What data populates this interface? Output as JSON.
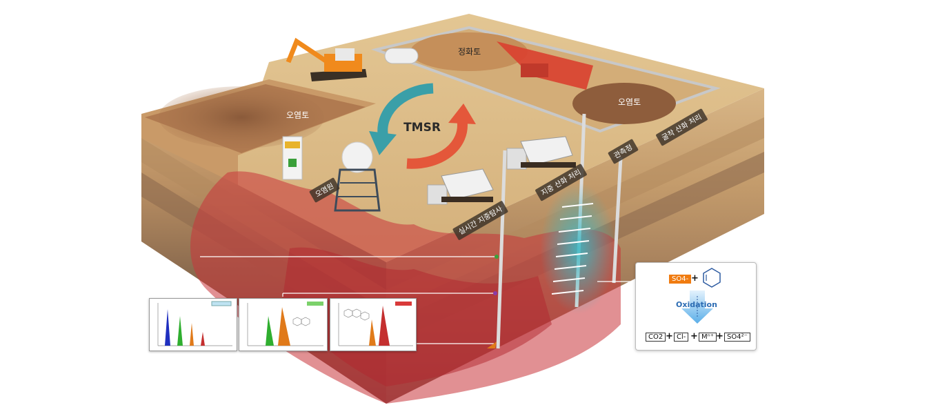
{
  "labels": {
    "contaminated_soil_left": "오염토",
    "contaminated_soil_right": "오염토",
    "clean_soil": "정화토",
    "tmsr": "TMSR",
    "pollution_source": "오염원",
    "realtime_survey": "실시간 지중탐사",
    "insitu_oxidation": "지중 산화 처리",
    "excavation_oxidation": "굴착 산화 처리",
    "observation_well": "관측정"
  },
  "reaction": {
    "reactant1": "SO4-",
    "step": "Oxidation",
    "products": [
      "CO2",
      "Cl-",
      "Mⁿ⁺",
      "SO4²⁻"
    ]
  },
  "colors": {
    "soil_top": "#d9b884",
    "soil_front": "#c9a272",
    "contamination": "#c8343a",
    "oxidation_zone": "#3cb8c4",
    "cycle_teal": "#3a9fa8",
    "cycle_orange": "#e4573a",
    "so4_badge": "#f07b10"
  },
  "charts": [
    {
      "series_colors": [
        "#1f2fbf",
        "#2fae2f",
        "#e07a1a",
        "#c42f2f"
      ],
      "legend_color": "#bfe3f2"
    },
    {
      "series_colors": [
        "#2fae2f",
        "#e07a1a"
      ],
      "legend_color": "#7bd16a"
    },
    {
      "series_colors": [
        "#e07a1a",
        "#c42f2f"
      ],
      "legend_color": "#d93a3a"
    }
  ]
}
